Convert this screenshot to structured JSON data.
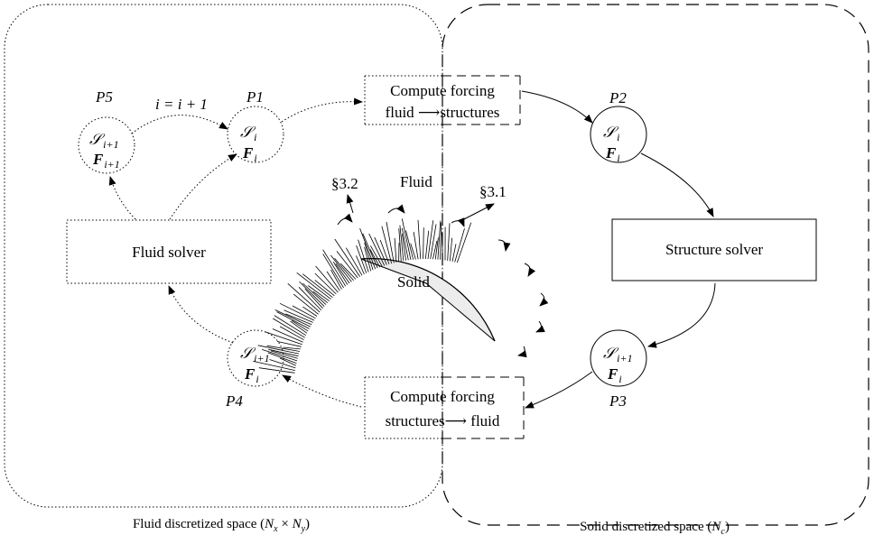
{
  "spaces": {
    "fluid": {
      "caption_prefix": "Fluid discretized space (",
      "caption_formula": "Nx × Ny",
      "caption_suffix": ")"
    },
    "solid": {
      "caption_prefix": "Solid discretized space (",
      "caption_formula": "Nc",
      "caption_suffix": ")"
    }
  },
  "boxes": {
    "forcing_top": {
      "line1": "Compute forcing",
      "line2a": "fluid",
      "line2b": "structures"
    },
    "forcing_bottom": {
      "line1": "Compute forcing",
      "line2a": "structures",
      "line2b": "fluid"
    },
    "fluid_solver": "Fluid solver",
    "structure_solver": "Structure solver"
  },
  "nodes": {
    "p1": {
      "label": "P1",
      "s": "𝒮",
      "s_sub": "i",
      "f": "F",
      "f_sub": "i"
    },
    "p2": {
      "label": "P2",
      "s": "𝒮",
      "s_sub": "i",
      "f": "F",
      "f_sub": "i"
    },
    "p3": {
      "label": "P3",
      "s": "𝒮",
      "s_sub": "i+1",
      "f": "F",
      "f_sub": "i"
    },
    "p4": {
      "label": "P4",
      "s": "𝒮",
      "s_sub": "i+1",
      "f": "F",
      "f_sub": "i"
    },
    "p5": {
      "label": "P5",
      "s": "𝒮",
      "s_sub": "i+1",
      "f": "F",
      "f_sub": "i+1"
    }
  },
  "iteration_label": "i = i + 1",
  "center": {
    "fluid": "Fluid",
    "solid": "Solid",
    "ref_a": "§3.2",
    "ref_b": "§3.1"
  }
}
